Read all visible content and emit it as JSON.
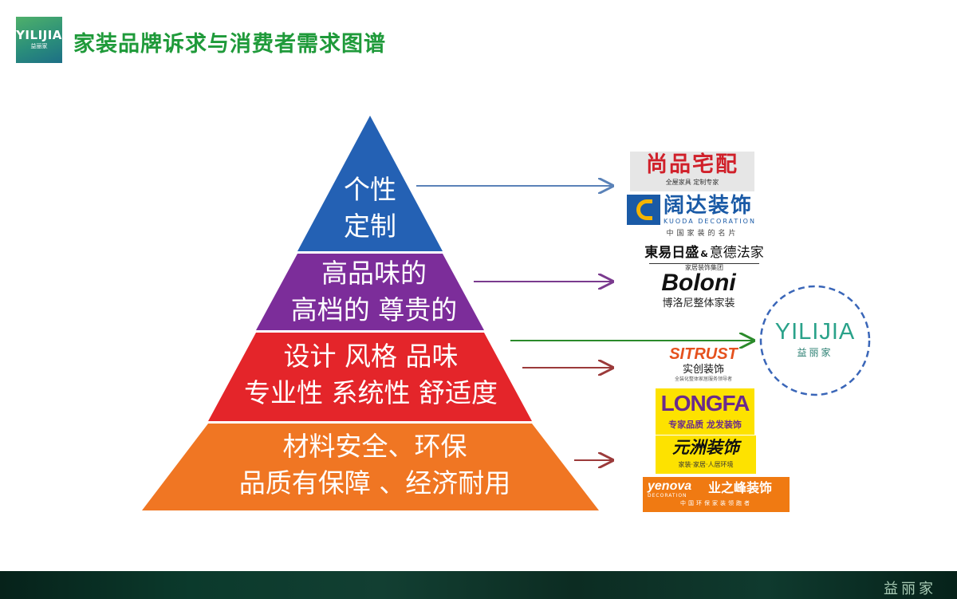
{
  "header": {
    "logo_word": "YILIJIA",
    "logo_sub": "益丽家",
    "title": "家装品牌诉求与消费者需求图谱"
  },
  "pyramid": {
    "tiers": [
      {
        "line1": "个性",
        "line2": "定制",
        "color": "#2461b4"
      },
      {
        "line1": "高品味的",
        "line2": "高档的  尊贵的",
        "color": "#7c2d9a"
      },
      {
        "line1": "设计 风格  品味",
        "line2": "专业性 系统性  舒适度",
        "color": "#e4252a"
      },
      {
        "line1": "材料安全、环保",
        "line2": "品质有保障 、经济耐用",
        "color": "#f07623"
      }
    ]
  },
  "brands": {
    "shangpin": {
      "name": "尚品宅配",
      "tagline": "全屋家具  定制专家"
    },
    "kuoda": {
      "name": "阔达装饰",
      "en": "KUODA DECORATION",
      "tagline": "中国家装的名片"
    },
    "dongyi": {
      "name1": "東易日盛",
      "amp": "&",
      "name2": "意德法家",
      "tagline": "家居装饰集团"
    },
    "boloni": {
      "name": "Boloni",
      "tagline": "博洛尼整体家装"
    },
    "yilijia": {
      "name": "YILIJIA",
      "tagline": "益丽家"
    },
    "sitrust": {
      "name": "SITRUST",
      "cn": "实创装饰",
      "tagline": "全装化整体家居服务领导者"
    },
    "longfa": {
      "name": "LONGFA",
      "tagline": "专家品质  龙发装饰"
    },
    "yuanzhou": {
      "name": "元洲装饰",
      "tagline": "家装·家居·人居环境"
    },
    "yenova": {
      "name": "yenova",
      "en": "DECORATION",
      "cn": "业之峰装饰",
      "tagline": "中国环保家装领跑者"
    }
  },
  "footer": {
    "text": "益丽家"
  }
}
